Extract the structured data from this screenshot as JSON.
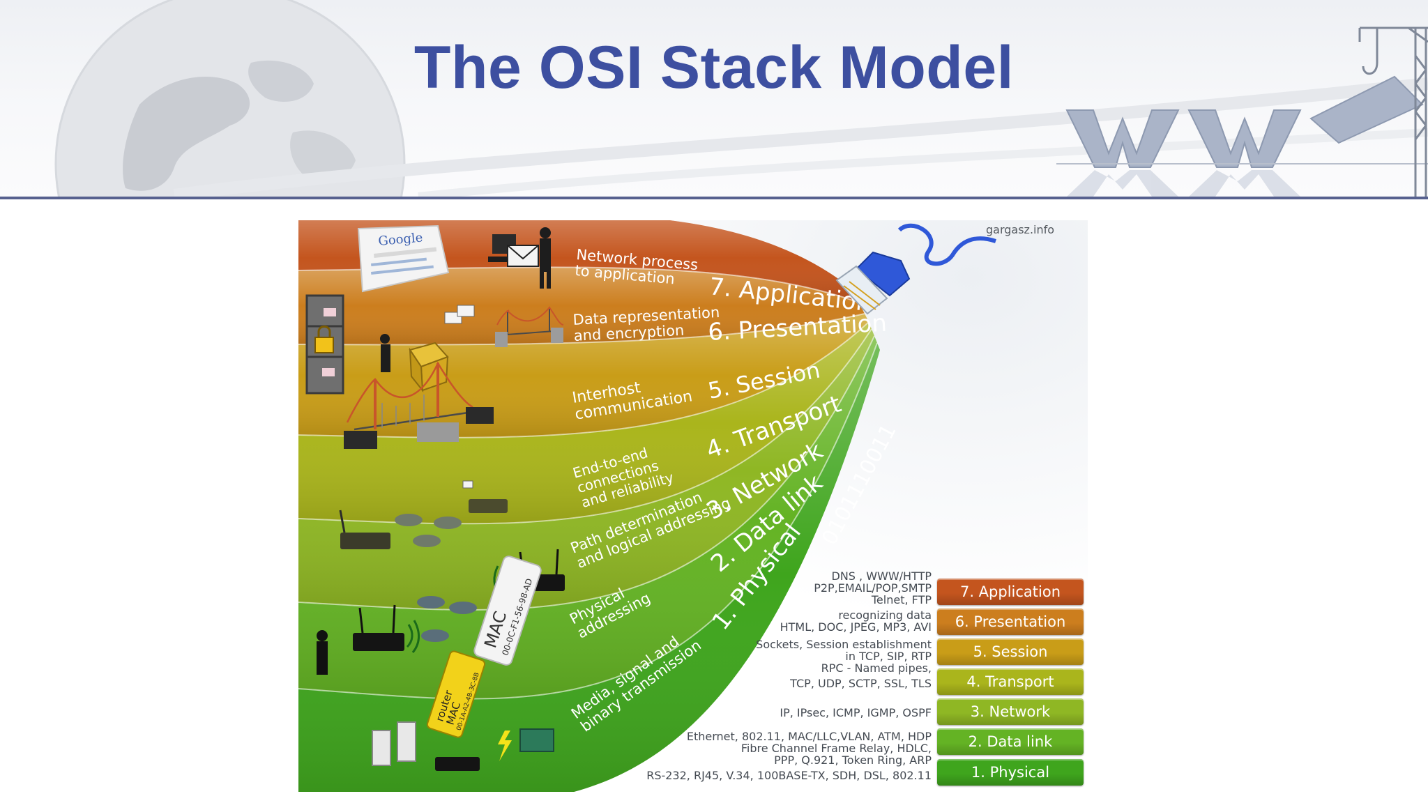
{
  "title": "The OSI Stack Model",
  "credit": "gargasz.info",
  "layers": [
    {
      "id": "7",
      "label": "7. Application",
      "desc": [
        "Network process",
        "to application"
      ],
      "color": "#c4551e"
    },
    {
      "id": "6",
      "label": "6. Presentation",
      "desc": [
        "Data representation",
        "and encryption"
      ],
      "color": "#cc7e1e"
    },
    {
      "id": "5",
      "label": "5. Session",
      "desc": [
        "Interhost",
        "communication"
      ],
      "color": "#c99d18"
    },
    {
      "id": "4",
      "label": "4. Transport",
      "desc": [
        "End-to-end",
        "connections",
        "and reliability"
      ],
      "color": "#aab51c"
    },
    {
      "id": "3",
      "label": "3. Network",
      "desc": [
        "Path determination",
        "and logical addressing"
      ],
      "color": "#8fb724"
    },
    {
      "id": "2",
      "label": "2. Data link",
      "desc": [
        "Physical",
        "addressing"
      ],
      "color": "#64b324"
    },
    {
      "id": "1",
      "label": "1. Physical",
      "desc": [
        "Media, signal and",
        "binary transmission"
      ],
      "color": "#3fa51d"
    }
  ],
  "binary": "0101110011",
  "illustration_text": {
    "search_logo": "Google",
    "mac_tag": [
      "MAC",
      "00-0C-F1-56-98-AD"
    ],
    "router_tag": [
      "router",
      "MAC",
      "00-1A-A2-4B-3C-8B"
    ]
  },
  "protocols": [
    {
      "layer": "7",
      "text": "DNS , WWW/HTTP\nP2P,EMAIL/POP,SMTP\nTelnet, FTP"
    },
    {
      "layer": "6",
      "text": "recognizing data\nHTML, DOC, JPEG, MP3, AVI"
    },
    {
      "layer": "5",
      "text": "Sockets, Session establishment\nin TCP, SIP, RTP\nRPC - Named pipes,"
    },
    {
      "layer": "4",
      "text": "TCP, UDP, SCTP, SSL, TLS"
    },
    {
      "layer": "3",
      "text": "IP, IPsec, ICMP, IGMP, OSPF"
    },
    {
      "layer": "2",
      "text": "Ethernet, 802.11, MAC/LLC,VLAN, ATM, HDP\nFibre Channel Frame Relay, HDLC,\nPPP, Q.921, Token Ring, ARP"
    },
    {
      "layer": "1",
      "text": "RS-232, RJ45, V.34, 100BASE-TX, SDH, DSL, 802.11"
    }
  ],
  "colors": {
    "title": "#3d4fa0",
    "rule": "#57618f",
    "cable": "#2f58d8"
  }
}
